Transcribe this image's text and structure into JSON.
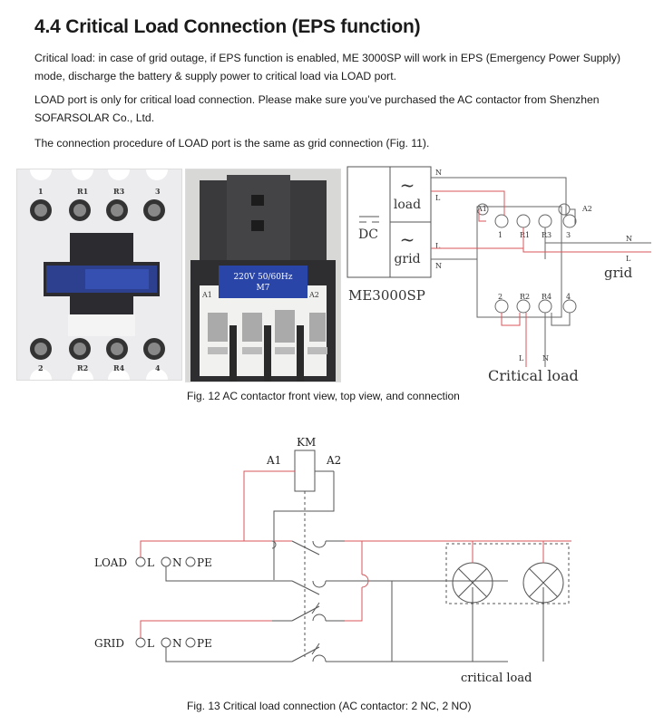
{
  "section": {
    "title": "4.4 Critical Load Connection (EPS function)",
    "paragraphs": [
      "Critical load: in case of grid outage, if EPS function is enabled, ME 3000SP will work in EPS (Emergency Power Supply) mode, discharge the battery & supply power to critical load via LOAD port.",
      "LOAD port is only for critical load connection. Please make sure you’ve purchased the AC contactor from Shenzhen SOFARSOLAR Co., Ltd.",
      "The connection procedure of LOAD port is the same as grid connection (Fig. 11)."
    ]
  },
  "fig12": {
    "caption": "Fig. 12 AC contactor front view, top view, and connection",
    "front_view": {
      "top_terminals": [
        "1",
        "R1",
        "R3",
        "3"
      ],
      "bottom_terminals": [
        "2",
        "R2",
        "R4",
        "4"
      ]
    },
    "top_view": {
      "label_line1": "220V 50/60Hz",
      "label_line2": "M7",
      "coil_left": "A1",
      "coil_right": "A2"
    },
    "wiring": {
      "inverter": "ME3000SP",
      "dc": "DC",
      "load_port": "load",
      "grid_port": "grid",
      "n": "N",
      "l": "L",
      "a1": "A1",
      "a2": "A2",
      "top_terms": [
        "1",
        "R1",
        "R3",
        "3"
      ],
      "bottom_terms": [
        "2",
        "R2",
        "R4",
        "4"
      ],
      "grid_label": "grid",
      "critical_load_label": "Critical load"
    }
  },
  "fig13": {
    "caption": "Fig. 13 Critical load connection (AC contactor: 2 NC, 2 NO)",
    "km": "KM",
    "a1": "A1",
    "a2": "A2",
    "load_port": "LOAD",
    "grid_port": "GRID",
    "terminals": [
      "L",
      "N",
      "PE"
    ],
    "critical_load_label": "critical load"
  },
  "colors": {
    "live_wire": "#d9555a",
    "neutral_wire": "#555555",
    "contactor_blue": "#2a45a8"
  }
}
